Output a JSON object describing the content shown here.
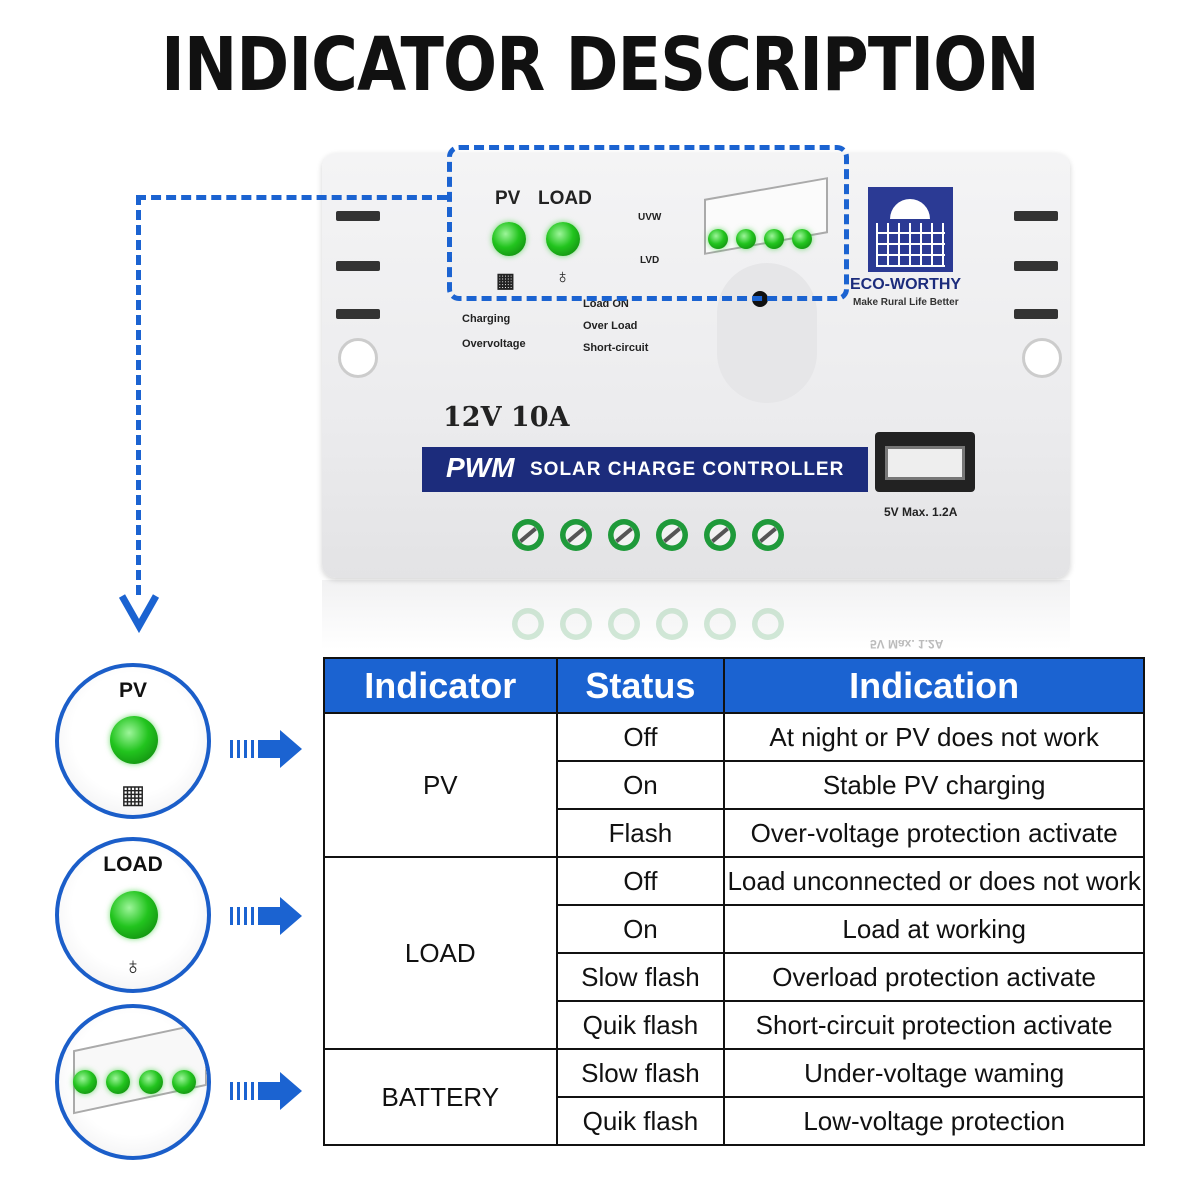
{
  "title": "INDICATOR DESCRIPTION",
  "device": {
    "pv_label": "PV",
    "load_label": "LOAD",
    "uvw_label": "UVW",
    "lvd_label": "LVD",
    "charging_label": "Charging",
    "overvoltage_label": "Overvoltage",
    "load_on_label": "Load ON",
    "over_load_label": "Over Load",
    "short_circuit_label": "Short-circuit",
    "rating": "12V 10A",
    "band_pwm": "PWM",
    "band_text": "SOLAR CHARGE CONTROLLER",
    "brand": "ECO-WORTHY",
    "slogan": "Make Rural Life Better",
    "usb_label": "5V   Max. 1.2A",
    "reflect_label": "5V Max. 1.2A"
  },
  "callouts": {
    "pv_label": "PV",
    "load_label": "LOAD"
  },
  "table": {
    "headers": [
      "Indicator",
      "Status",
      "Indication"
    ],
    "groups": [
      {
        "indicator": "PV",
        "rows": [
          {
            "status": "Off",
            "indication": "At night or PV does not work"
          },
          {
            "status": "On",
            "indication": "Stable PV charging"
          },
          {
            "status": "Flash",
            "indication": "Over-voltage protection activate"
          }
        ]
      },
      {
        "indicator": "LOAD",
        "rows": [
          {
            "status": "Off",
            "indication": "Load unconnected or does not work"
          },
          {
            "status": "On",
            "indication": "Load at working"
          },
          {
            "status": "Slow flash",
            "indication": "Overload protection activate"
          },
          {
            "status": "Quik flash",
            "indication": "Short-circuit protection activate"
          }
        ]
      },
      {
        "indicator": "BATTERY",
        "rows": [
          {
            "status": "Slow flash",
            "indication": "Under-voltage waming"
          },
          {
            "status": "Quik flash",
            "indication": "Low-voltage protection"
          }
        ]
      }
    ]
  },
  "colors": {
    "accent_blue": "#1b63d1",
    "band_navy": "#1c2c7c",
    "led_green": "#22c41e"
  }
}
